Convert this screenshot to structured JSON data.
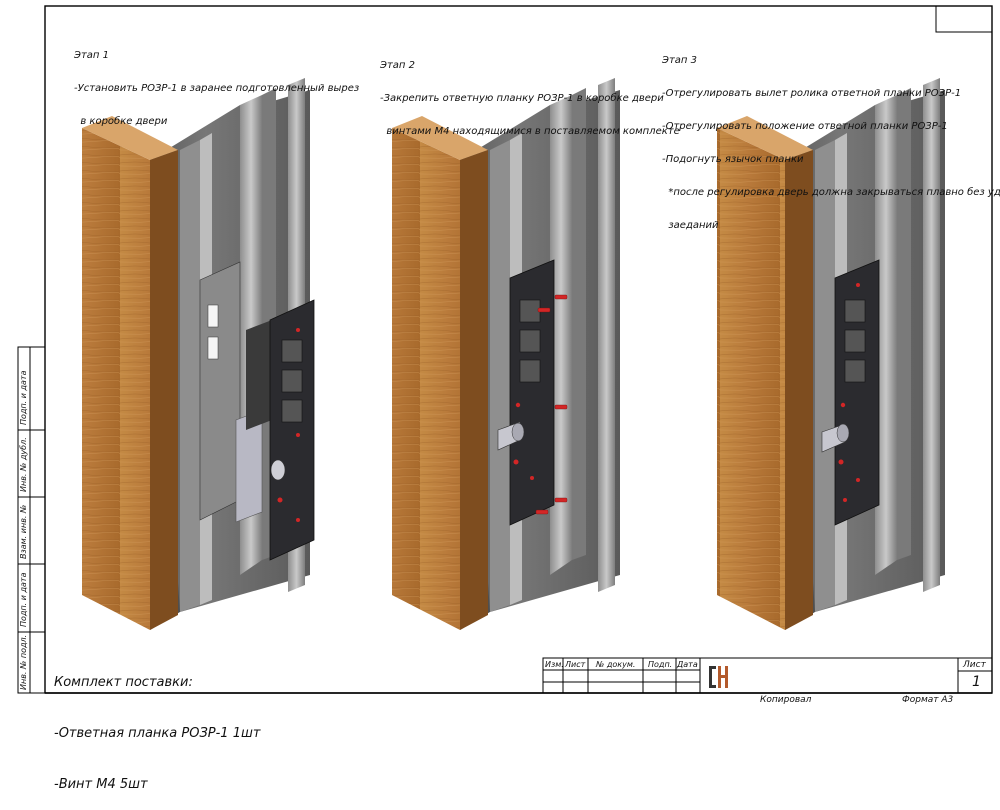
{
  "stages": [
    {
      "title": "Этап 1",
      "lines": [
        "-Установить РОЗР-1 в заранее подготовленный вырез",
        "  в коробке двери"
      ]
    },
    {
      "title": "Этап 2",
      "lines": [
        "-Закрепить ответную планку РОЗР-1 в коробке двери",
        "  винтами М4 находящимися в поставляемом комплекте"
      ]
    },
    {
      "title": "Этап 3",
      "lines": [
        "-Отрегулировать вылет ролика ответной планки РОЗР-1",
        "-Отрегулировать положение ответной планки РОЗР-1",
        "-Подогнуть язычок планки",
        "  *после регулировка дверь должна закрываться плавно без ударов,",
        "  заеданий"
      ]
    }
  ],
  "kit": {
    "title": "Комплект поставки:",
    "items": [
      "-Ответная планка РОЗР-1 1шт",
      "-Винт М4 5шт"
    ]
  },
  "side_labels": [
    "Подп. и дата",
    "Инв. № дубл.",
    "Взам. инв. №",
    "Подп. и дата",
    "Инв. № подл."
  ],
  "title_block": {
    "columns": [
      "Изм.",
      "Лист",
      "№ докум.",
      "Подп.",
      "Дата"
    ],
    "sheet_label": "Лист",
    "sheet_number": "1",
    "copied": "Копировал",
    "format": "Формат А3"
  },
  "colors": {
    "wood": "#c07e36",
    "wood_dark": "#8a5520",
    "profile": "#6c6c6c",
    "profile_light": "#a9a9a9",
    "plate": "#2b2b2f",
    "screw": "#d32626"
  }
}
